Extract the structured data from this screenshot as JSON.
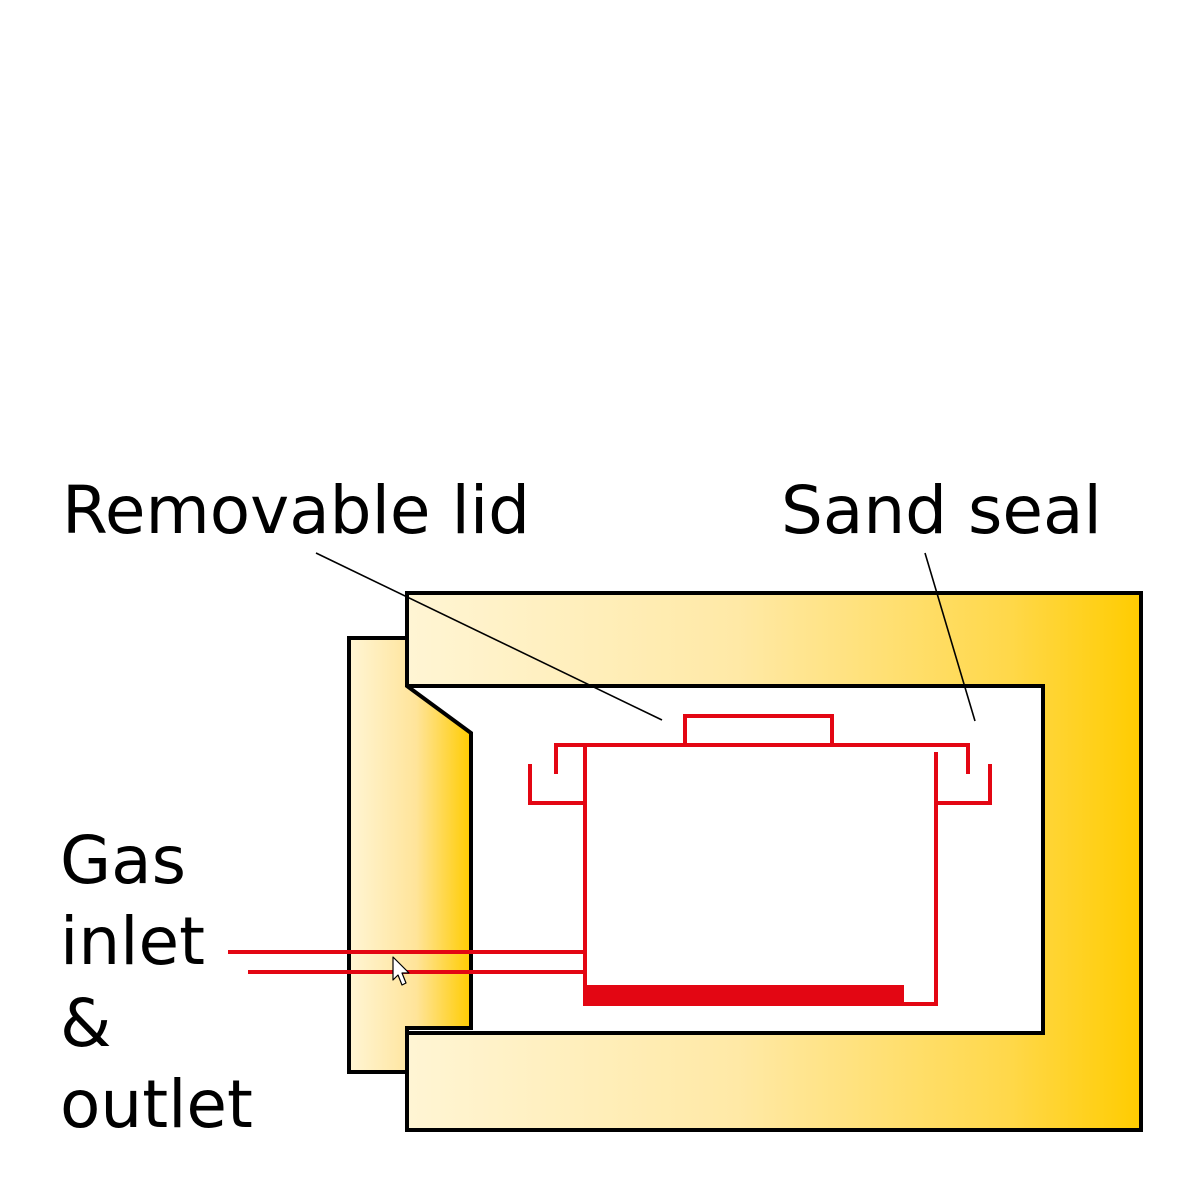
{
  "diagram": {
    "labels": {
      "removable_lid": "Removable lid",
      "sand_seal": "Sand seal",
      "gas_line1": "Gas",
      "gas_line2": "inlet",
      "gas_line3": "&",
      "gas_line4": "outlet"
    },
    "colors": {
      "insulation_light": "#fff5d4",
      "insulation_dark": "#ffcc00",
      "pot_red": "#e30613",
      "outline": "#000000",
      "background": "#ffffff"
    },
    "icons": {
      "cursor": "mouse-pointer-icon"
    }
  }
}
